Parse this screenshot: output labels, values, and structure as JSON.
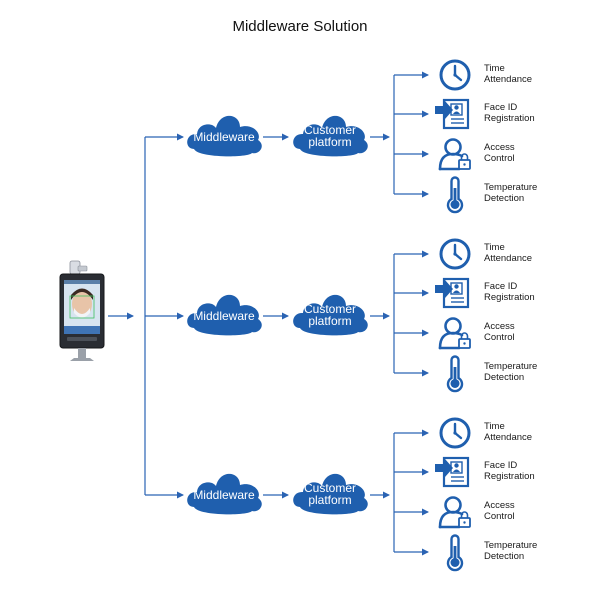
{
  "title": "Middleware Solution",
  "colors": {
    "accent": "#2a63b3",
    "line": "#2a63b3",
    "cloud": "#1f5fae",
    "icon": "#1f5fae",
    "text": "#1a1a1a"
  },
  "device": {
    "icon": "face-recognition-terminal-icon"
  },
  "rows": [
    {
      "middleware": "Middleware",
      "platform": [
        "Customer",
        "platform"
      ],
      "outputs": [
        {
          "icon": "clock-icon",
          "lines": [
            "Time",
            "Attendance"
          ]
        },
        {
          "icon": "face-id-card-icon",
          "lines": [
            "Face ID",
            "Registration"
          ]
        },
        {
          "icon": "user-lock-icon",
          "lines": [
            "Access",
            "Control"
          ]
        },
        {
          "icon": "thermometer-icon",
          "lines": [
            "Temperature",
            "Detection"
          ]
        }
      ]
    },
    {
      "middleware": "Middleware",
      "platform": [
        "Customer",
        "platform"
      ],
      "outputs": [
        {
          "icon": "clock-icon",
          "lines": [
            "Time",
            "Attendance"
          ]
        },
        {
          "icon": "face-id-card-icon",
          "lines": [
            "Face ID",
            "Registration"
          ]
        },
        {
          "icon": "user-lock-icon",
          "lines": [
            "Access",
            "Control"
          ]
        },
        {
          "icon": "thermometer-icon",
          "lines": [
            "Temperature",
            "Detection"
          ]
        }
      ]
    },
    {
      "middleware": "Middleware",
      "platform": [
        "Customer",
        "platform"
      ],
      "outputs": [
        {
          "icon": "clock-icon",
          "lines": [
            "Time",
            "Attendance"
          ]
        },
        {
          "icon": "face-id-card-icon",
          "lines": [
            "Face ID",
            "Registration"
          ]
        },
        {
          "icon": "user-lock-icon",
          "lines": [
            "Access",
            "Control"
          ]
        },
        {
          "icon": "thermometer-icon",
          "lines": [
            "Temperature",
            "Detection"
          ]
        }
      ]
    }
  ]
}
